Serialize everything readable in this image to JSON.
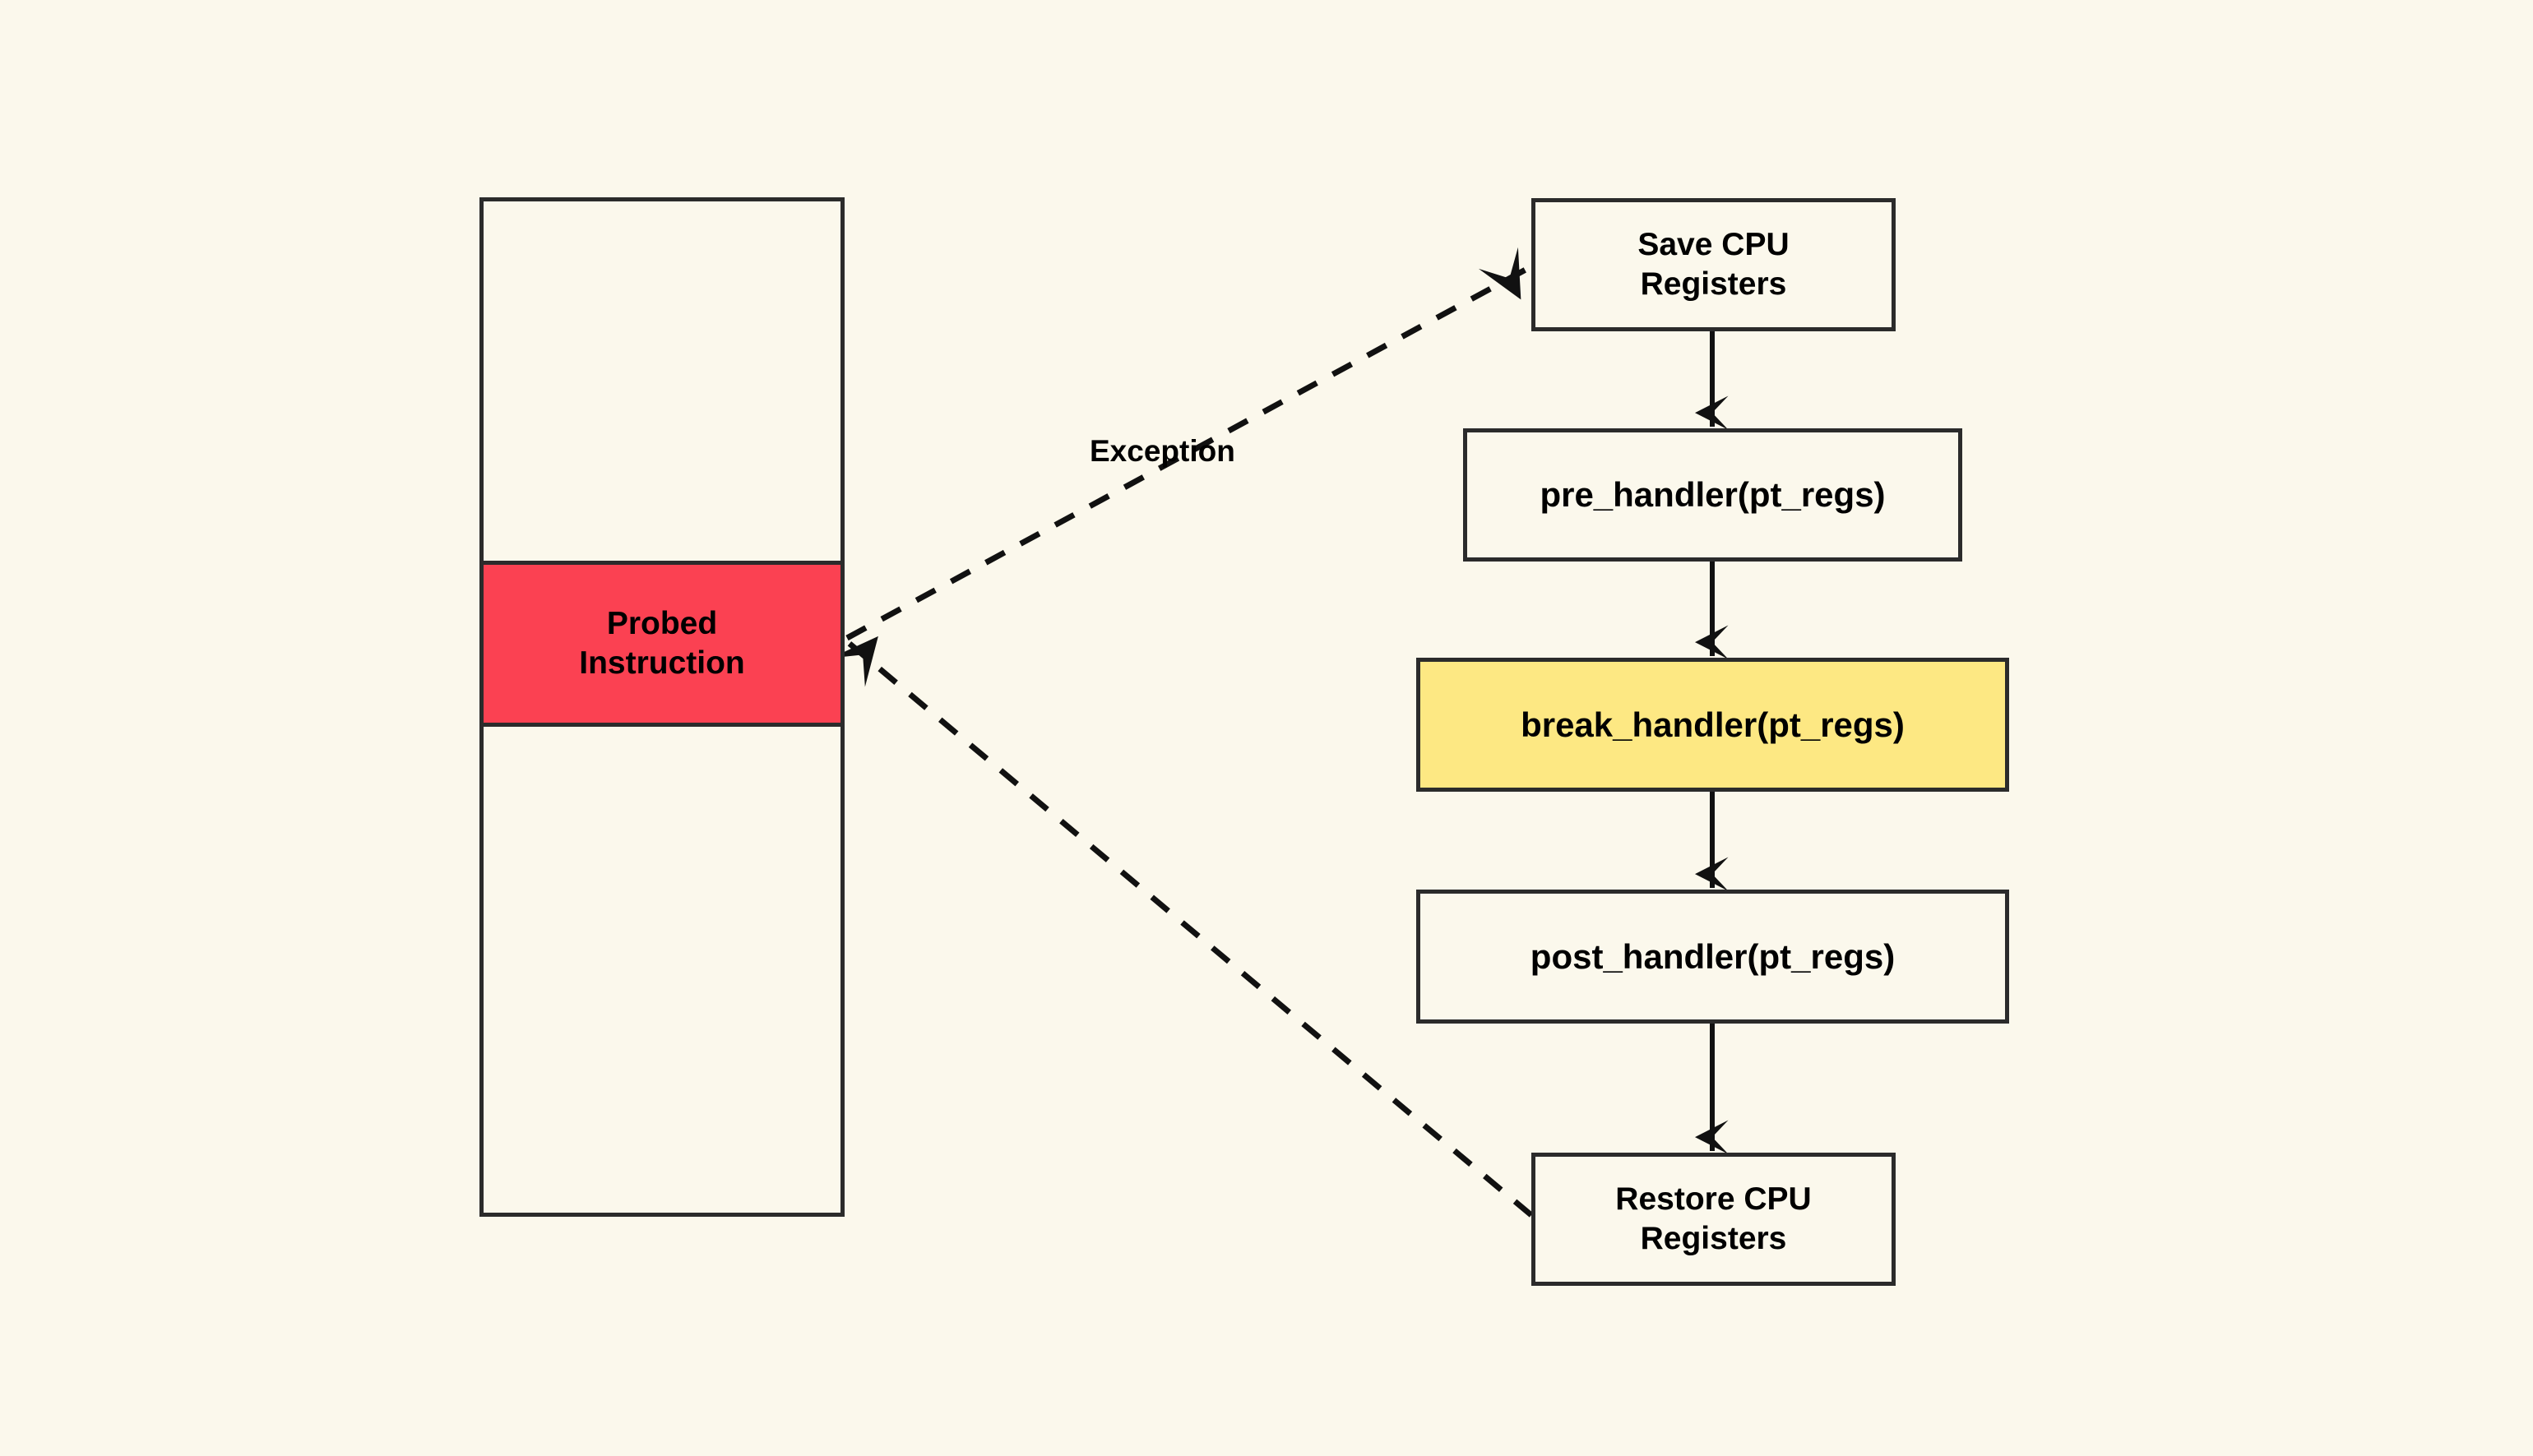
{
  "diagram": {
    "title": "Kprobes exception handling flow",
    "background_color": "#FBF8EC",
    "stroke_color": "#2B2B2B",
    "memory_column": {
      "name": "instruction-stream-column",
      "probed_instruction": {
        "label": "Probed\nInstruction",
        "fill_color": "#FB4152"
      }
    },
    "flow_nodes": [
      {
        "id": "save-cpu-registers",
        "label": "Save CPU\nRegisters",
        "fill_color": "#FBF8EC"
      },
      {
        "id": "pre-handler",
        "label": "pre_handler(pt_regs)",
        "fill_color": "#FBF8EC"
      },
      {
        "id": "break-handler",
        "label": "break_handler(pt_regs)",
        "fill_color": "#FDE883",
        "highlighted": true
      },
      {
        "id": "post-handler",
        "label": "post_handler(pt_regs)",
        "fill_color": "#FBF8EC"
      },
      {
        "id": "restore-cpu-registers",
        "label": "Restore CPU\nRegisters",
        "fill_color": "#FBF8EC"
      }
    ],
    "edges": [
      {
        "id": "exception-edge",
        "label": "Exception",
        "style": "dashed",
        "from": "probed-instruction",
        "to": "save-cpu-registers"
      },
      {
        "id": "return-edge",
        "label": "",
        "style": "dashed",
        "from": "restore-cpu-registers",
        "to": "probed-instruction"
      },
      {
        "id": "save-to-pre",
        "style": "solid",
        "from": "save-cpu-registers",
        "to": "pre-handler"
      },
      {
        "id": "pre-to-break",
        "style": "solid",
        "from": "pre-handler",
        "to": "break-handler"
      },
      {
        "id": "break-to-post",
        "style": "solid",
        "from": "break-handler",
        "to": "post-handler"
      },
      {
        "id": "post-to-restore",
        "style": "solid",
        "from": "post-handler",
        "to": "restore-cpu-registers"
      }
    ]
  }
}
